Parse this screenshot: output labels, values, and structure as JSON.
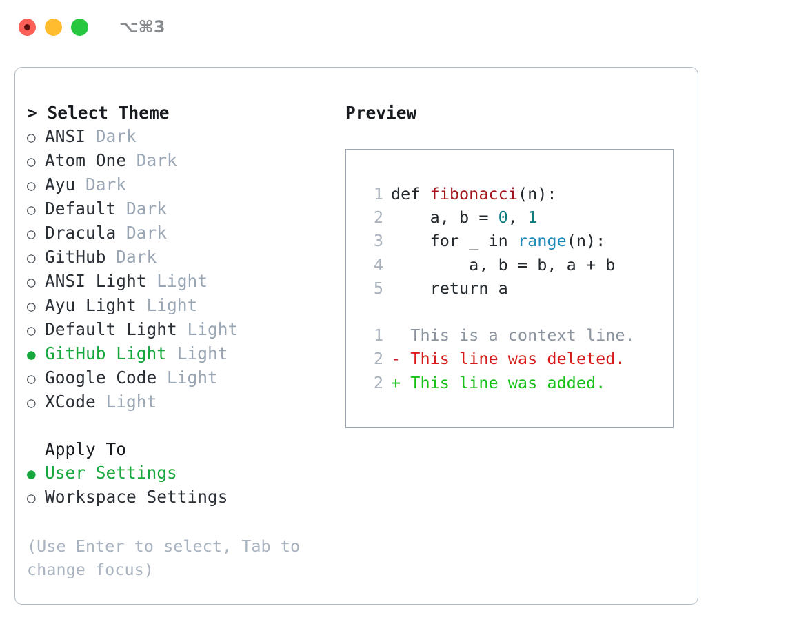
{
  "titlebar": {
    "shortcut": "⌥⌘3",
    "lights": [
      {
        "name": "close",
        "color": "#fd5f57"
      },
      {
        "name": "minimize",
        "color": "#febc2e"
      },
      {
        "name": "maximize",
        "color": "#27c83f"
      }
    ]
  },
  "theme_picker": {
    "heading": "> Select Theme",
    "items": [
      {
        "marker": "○",
        "label": "ANSI",
        "badge": "Dark",
        "selected": false
      },
      {
        "marker": "○",
        "label": "Atom One",
        "badge": "Dark",
        "selected": false
      },
      {
        "marker": "○",
        "label": "Ayu",
        "badge": "Dark",
        "selected": false
      },
      {
        "marker": "○",
        "label": "Default",
        "badge": "Dark",
        "selected": false
      },
      {
        "marker": "○",
        "label": "Dracula",
        "badge": "Dark",
        "selected": false
      },
      {
        "marker": "○",
        "label": "GitHub",
        "badge": "Dark",
        "selected": false
      },
      {
        "marker": "○",
        "label": "ANSI Light",
        "badge": "Light",
        "selected": false
      },
      {
        "marker": "○",
        "label": "Ayu Light",
        "badge": "Light",
        "selected": false
      },
      {
        "marker": "○",
        "label": "Default Light",
        "badge": "Light",
        "selected": false
      },
      {
        "marker": "●",
        "label": "GitHub Light",
        "badge": "Light",
        "selected": true
      },
      {
        "marker": "○",
        "label": "Google Code",
        "badge": "Light",
        "selected": false
      },
      {
        "marker": "○",
        "label": "XCode",
        "badge": "Light",
        "selected": false
      }
    ]
  },
  "apply_to": {
    "heading": "Apply To",
    "items": [
      {
        "marker": "●",
        "label": "User Settings",
        "selected": true
      },
      {
        "marker": "○",
        "label": "Workspace Settings",
        "selected": false
      }
    ]
  },
  "hint": "(Use Enter to select, Tab to change focus)",
  "preview": {
    "title": "Preview",
    "code_lines": [
      {
        "no": "1",
        "tokens": [
          {
            "text": "def ",
            "style": "plain"
          },
          {
            "text": "fibonacci",
            "style": "fn"
          },
          {
            "text": "(n):",
            "style": "plain"
          }
        ]
      },
      {
        "no": "2",
        "tokens": [
          {
            "text": "    a, b = ",
            "style": "plain"
          },
          {
            "text": "0",
            "style": "num"
          },
          {
            "text": ", ",
            "style": "plain"
          },
          {
            "text": "1",
            "style": "num"
          }
        ]
      },
      {
        "no": "3",
        "tokens": [
          {
            "text": "    for _ in ",
            "style": "plain"
          },
          {
            "text": "range",
            "style": "bi"
          },
          {
            "text": "(n):",
            "style": "plain"
          }
        ]
      },
      {
        "no": "4",
        "tokens": [
          {
            "text": "        a, b = b, a + b",
            "style": "plain"
          }
        ]
      },
      {
        "no": "5",
        "tokens": [
          {
            "text": "    return a",
            "style": "plain"
          }
        ]
      }
    ],
    "diff_lines": [
      {
        "no": "1",
        "tokens": [
          {
            "text": "  This is a context line.",
            "style": "ctx"
          }
        ]
      },
      {
        "no": "2",
        "tokens": [
          {
            "text": "- This line was deleted.",
            "style": "del"
          }
        ]
      },
      {
        "no": "2",
        "tokens": [
          {
            "text": "+ This line was added.",
            "style": "add"
          }
        ]
      }
    ]
  },
  "colors": {
    "accent_green": "#17a83d",
    "function_red": "#a3151b",
    "number_teal": "#0c7b7b",
    "builtin_blue": "#1b8cb8",
    "diff_deleted": "#d71b1b",
    "diff_added": "#17c019",
    "muted": "#9aa6b4",
    "border": "#b3bcc8"
  }
}
